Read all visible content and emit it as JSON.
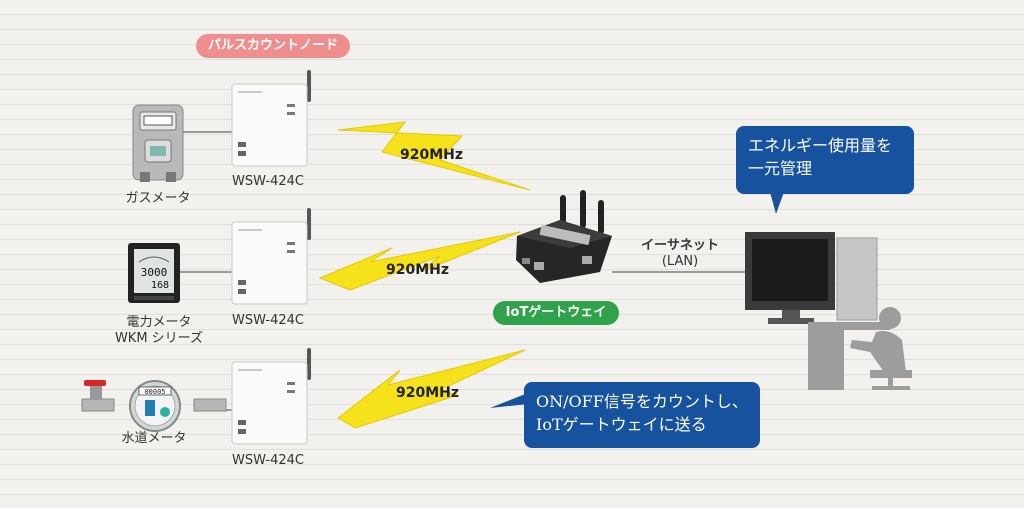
{
  "node_badge": "パルスカウントノード",
  "nodes": [
    {
      "model": "WSW-424C",
      "meter": "ガスメータ"
    },
    {
      "model": "WSW-424C",
      "meter": "電力メータ\nWKM シリーズ"
    },
    {
      "model": "WSW-424C",
      "meter": "水道メータ"
    }
  ],
  "frequency": "920MHz",
  "gateway_badge": "IoTゲートウェイ",
  "ethernet": {
    "line1": "イーサネット",
    "line2": "(LAN)"
  },
  "callout_energy": "エネルギー使用量を\n一元管理",
  "callout_count": "ON/OFF信号をカウントし、\nIoTゲートウェイに送る",
  "power_meter_display": {
    "top": "3000",
    "bottom": "168"
  },
  "water_meter_display": "00005"
}
